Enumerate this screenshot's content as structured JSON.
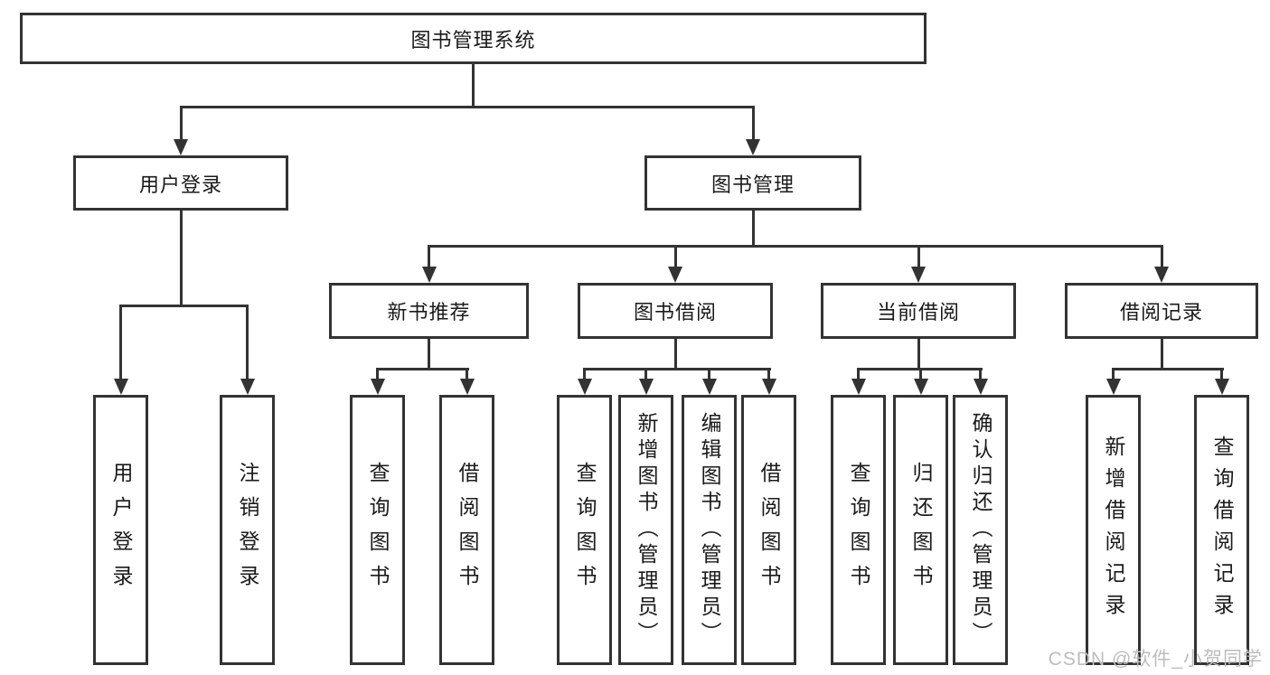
{
  "tree": {
    "root": {
      "label": "图书管理系统"
    },
    "branches": [
      {
        "label": "用户登录",
        "children": [
          {
            "label": "用户登录"
          },
          {
            "label": "注销登录"
          }
        ]
      },
      {
        "label": "图书管理",
        "sections": [
          {
            "label": "新书推荐",
            "children": [
              {
                "label": "查询图书"
              },
              {
                "label": "借阅图书"
              }
            ]
          },
          {
            "label": "图书借阅",
            "children": [
              {
                "label": "查询图书"
              },
              {
                "label": "新增图书（管理员）"
              },
              {
                "label": "编辑图书（管理员）"
              },
              {
                "label": "借阅图书"
              }
            ]
          },
          {
            "label": "当前借阅",
            "children": [
              {
                "label": "查询图书"
              },
              {
                "label": "归还图书"
              },
              {
                "label": "确认归还（管理员）"
              }
            ]
          },
          {
            "label": "借阅记录",
            "children": [
              {
                "label": "新增借阅记录"
              },
              {
                "label": "查询借阅记录"
              }
            ]
          }
        ]
      }
    ]
  },
  "watermark": {
    "text": "CSDN @软件_小贺同学"
  },
  "colors": {
    "line": "#333333",
    "text": "#1a1a1a",
    "watermark": "#bdbdbd",
    "background": "#ffffff"
  }
}
